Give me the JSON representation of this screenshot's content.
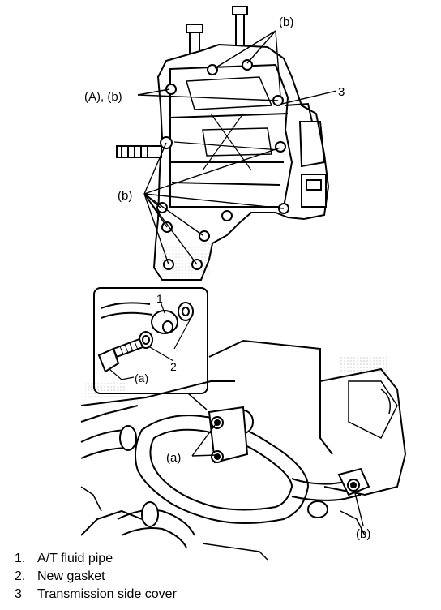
{
  "callouts": {
    "b_top": "(b)",
    "a_b": "(A), (b)",
    "num3": "3",
    "b_mid": "(b)",
    "num1": "1",
    "num2": "2",
    "a_inset": "(a)",
    "a_lower": "(a)",
    "b_lower": "(b)"
  },
  "legend": [
    {
      "num": "1.",
      "text": "A/T fluid pipe"
    },
    {
      "num": "2.",
      "text": "New gasket"
    },
    {
      "num": "3",
      "text": "Transmission side cover"
    }
  ]
}
